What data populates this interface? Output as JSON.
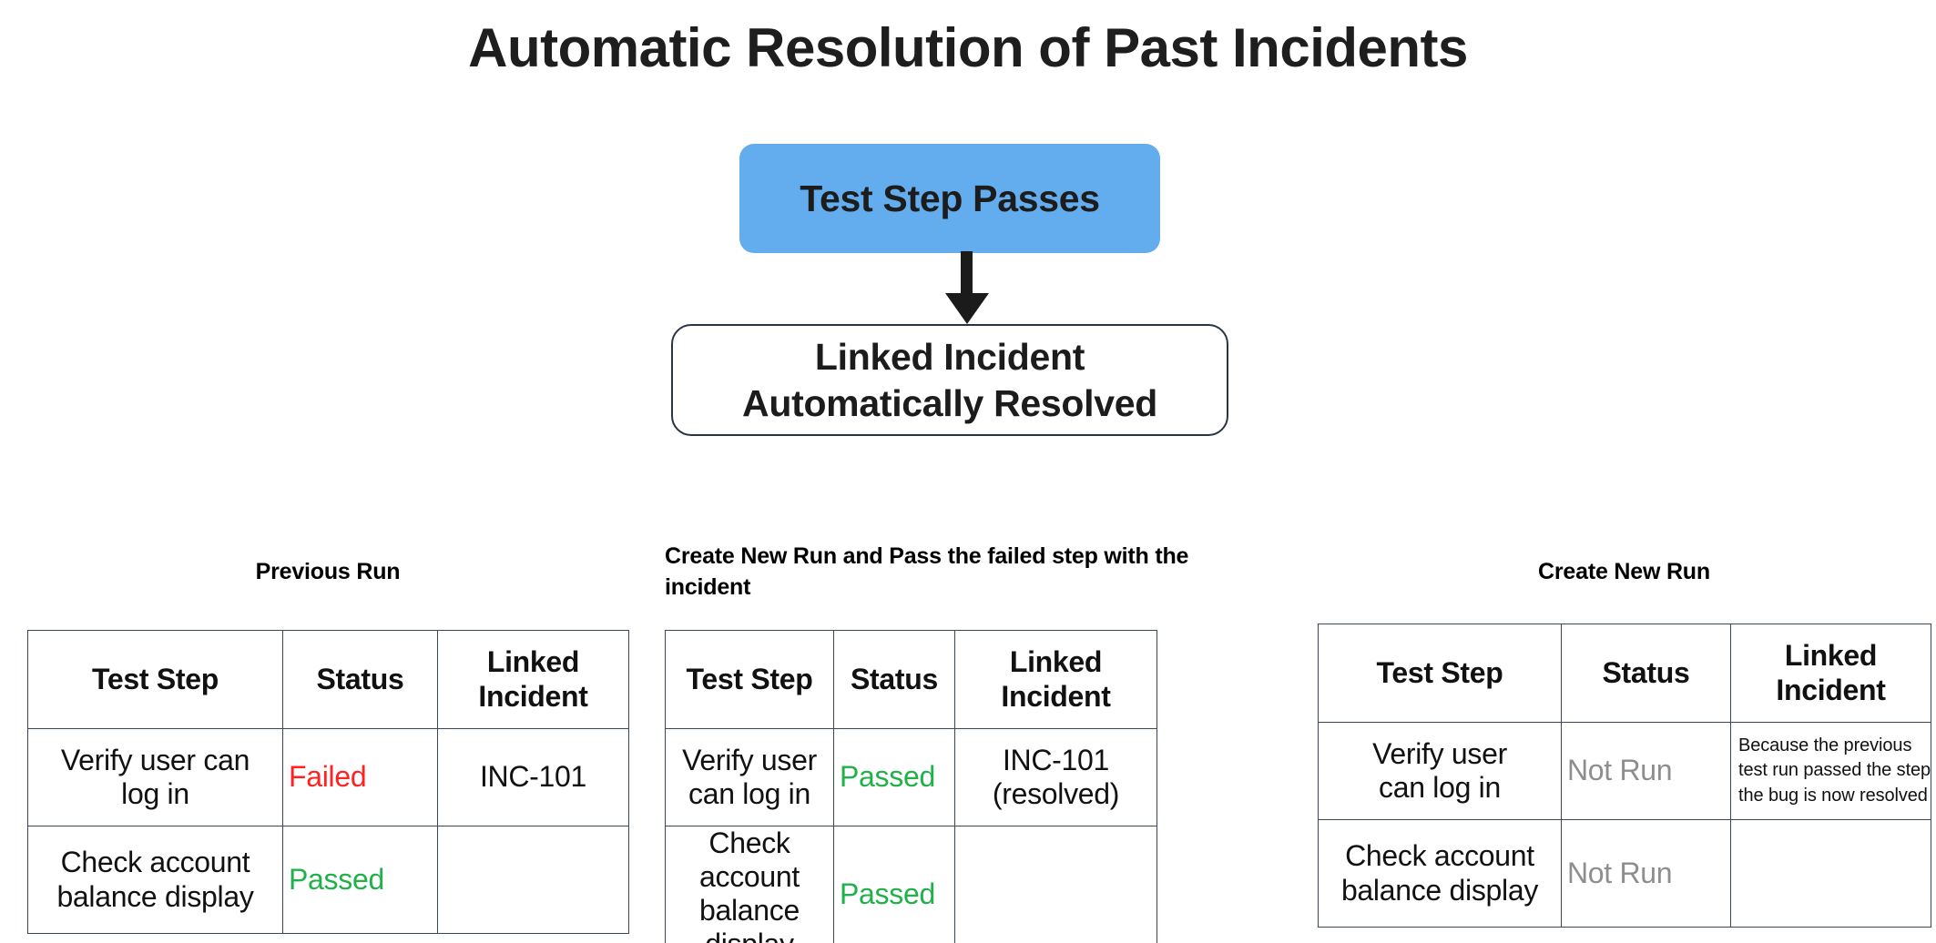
{
  "title": "Automatic Resolution of Past Incidents",
  "flow": {
    "step_pass": "Test Step Passes",
    "resolved_line1": "Linked Incident",
    "resolved_line2": "Automatically Resolved"
  },
  "columns": {
    "test_step": "Test Step",
    "status": "Status",
    "linked_incident_line1": "Linked",
    "linked_incident_line2": "Incident"
  },
  "tables": [
    {
      "key": "previous",
      "heading": "Previous Run",
      "rows": [
        {
          "step_line1": "Verify user can",
          "step_line2": "log in",
          "status": "Failed",
          "status_kind": "failed",
          "linked_line1": "INC-101",
          "linked_line2": ""
        },
        {
          "step_line1": "Check account",
          "step_line2": "balance display",
          "status": "Passed",
          "status_kind": "passed",
          "linked_line1": "",
          "linked_line2": ""
        }
      ]
    },
    {
      "key": "newrunpass",
      "heading": "Create New Run and Pass the failed step with the incident",
      "rows": [
        {
          "step_line1": "Verify user",
          "step_line2": "can log in",
          "status": "Passed",
          "status_kind": "passed",
          "linked_line1": "INC-101",
          "linked_line2": "(resolved)"
        },
        {
          "step_line1": "Check account",
          "step_line2": "balance display",
          "status": "Passed",
          "status_kind": "passed",
          "linked_line1": "",
          "linked_line2": ""
        }
      ]
    },
    {
      "key": "newrun",
      "heading": "Create New Run",
      "rows": [
        {
          "step_line1": "Verify user",
          "step_line2": "can log in",
          "status": "Not Run",
          "status_kind": "notrun",
          "note_line1": "Because the previous",
          "note_line2": "test run passed the step",
          "note_line3": "the bug is now resolved"
        },
        {
          "step_line1": "Check account",
          "step_line2": "balance display",
          "status": "Not Run",
          "status_kind": "notrun",
          "note_line1": "",
          "note_line2": "",
          "note_line3": ""
        }
      ]
    }
  ],
  "colors": {
    "flow_box_blue": "#63ADEE",
    "status_failed": "#FF2222",
    "status_passed": "#20B14A",
    "status_not_run": "#8E8E8E",
    "table_border": "#3b4657",
    "text": "#111111",
    "background": "#ffffff"
  }
}
